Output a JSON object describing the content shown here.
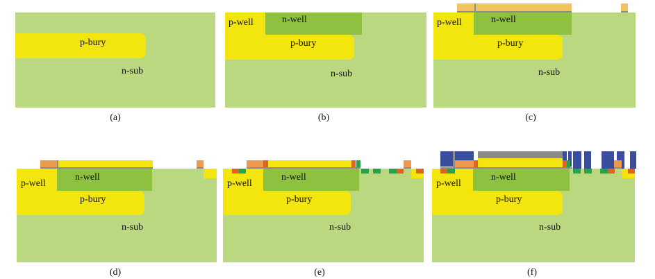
{
  "labels": {
    "p_bury": "p-bury",
    "n_sub": "n-sub",
    "p_well": "p-well",
    "n_well": "n-well"
  },
  "captions": [
    "(a)",
    "(b)",
    "(c)",
    "(d)",
    "(e)",
    "(f)"
  ]
}
